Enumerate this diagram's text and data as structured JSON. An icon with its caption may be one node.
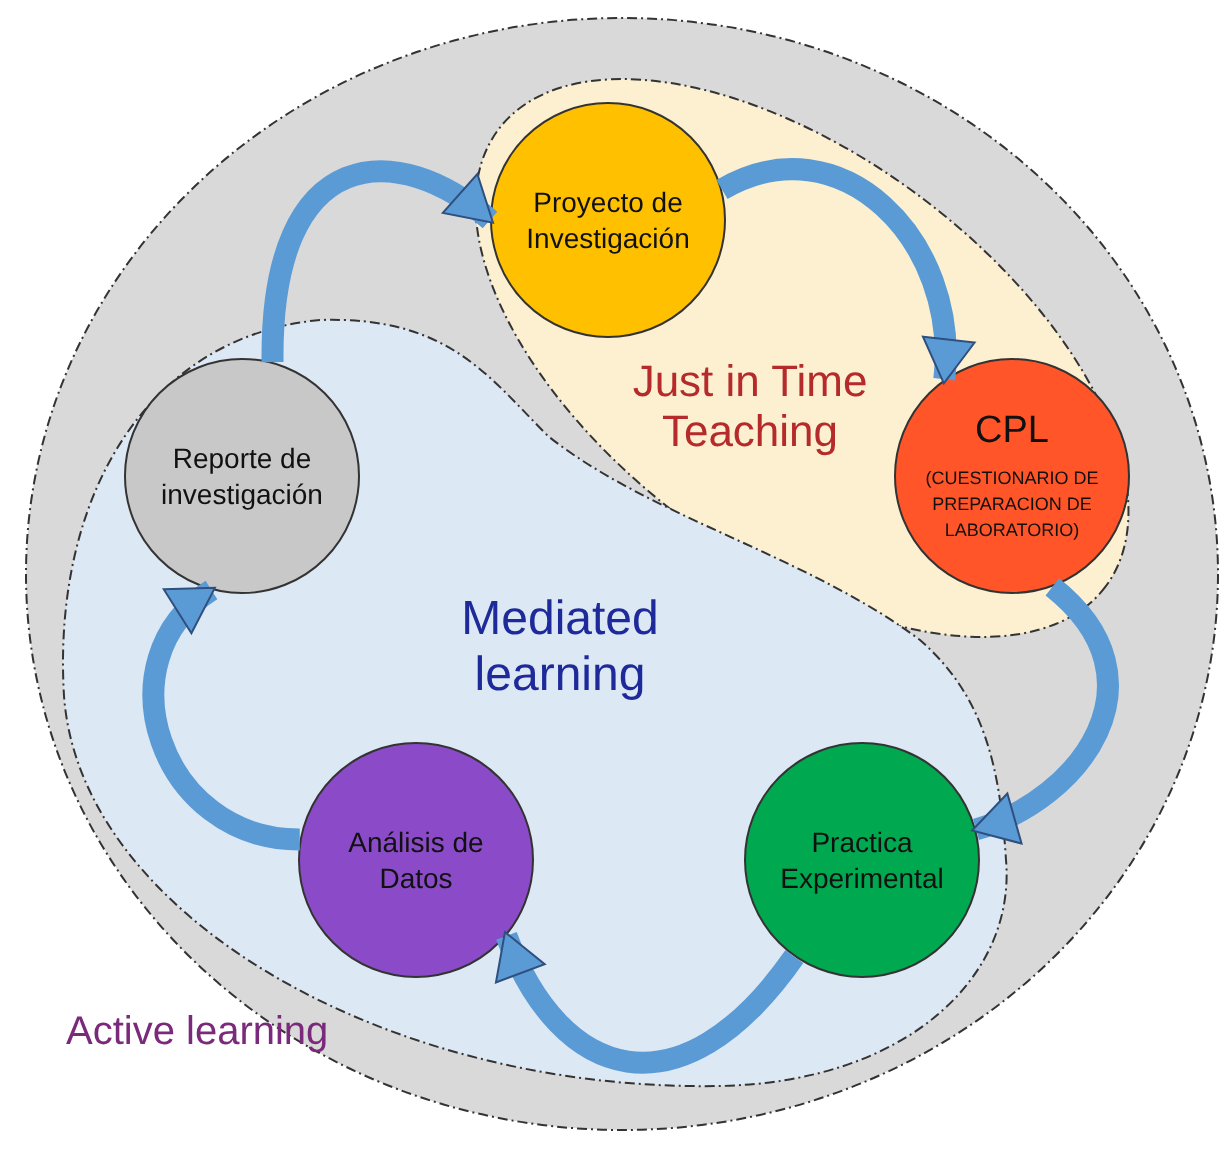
{
  "diagram": {
    "nodes": [
      {
        "text": [
          "Active learning"
        ]
      },
      {
        "text": [
          "Just in Time Teaching"
        ],
        "in": 0
      },
      {
        "text": [
          "Mediated learning"
        ],
        "in": 0
      },
      {
        "text": [
          "Proyecto de Investigación"
        ],
        "in": 1
      },
      {
        "text": [
          "CPL",
          "(CUESTIONARIO DE PREPARACION DE LABORATORIO)"
        ],
        "in": 1
      },
      {
        "text": [
          "Practica Experimental"
        ],
        "in": 2
      },
      {
        "text": [
          "Análisis de Datos"
        ],
        "in": 2
      },
      {
        "text": [
          "Reporte de investigación"
        ],
        "in": 2
      }
    ],
    "edges": [
      {
        "from": 7,
        "to": 3,
        "arrow": "to"
      },
      {
        "from": 3,
        "to": 4,
        "arrow": "to"
      },
      {
        "from": 4,
        "to": 5,
        "arrow": "to"
      },
      {
        "from": 5,
        "to": 6,
        "arrow": "to"
      },
      {
        "from": 6,
        "to": 7,
        "arrow": "to"
      }
    ]
  }
}
